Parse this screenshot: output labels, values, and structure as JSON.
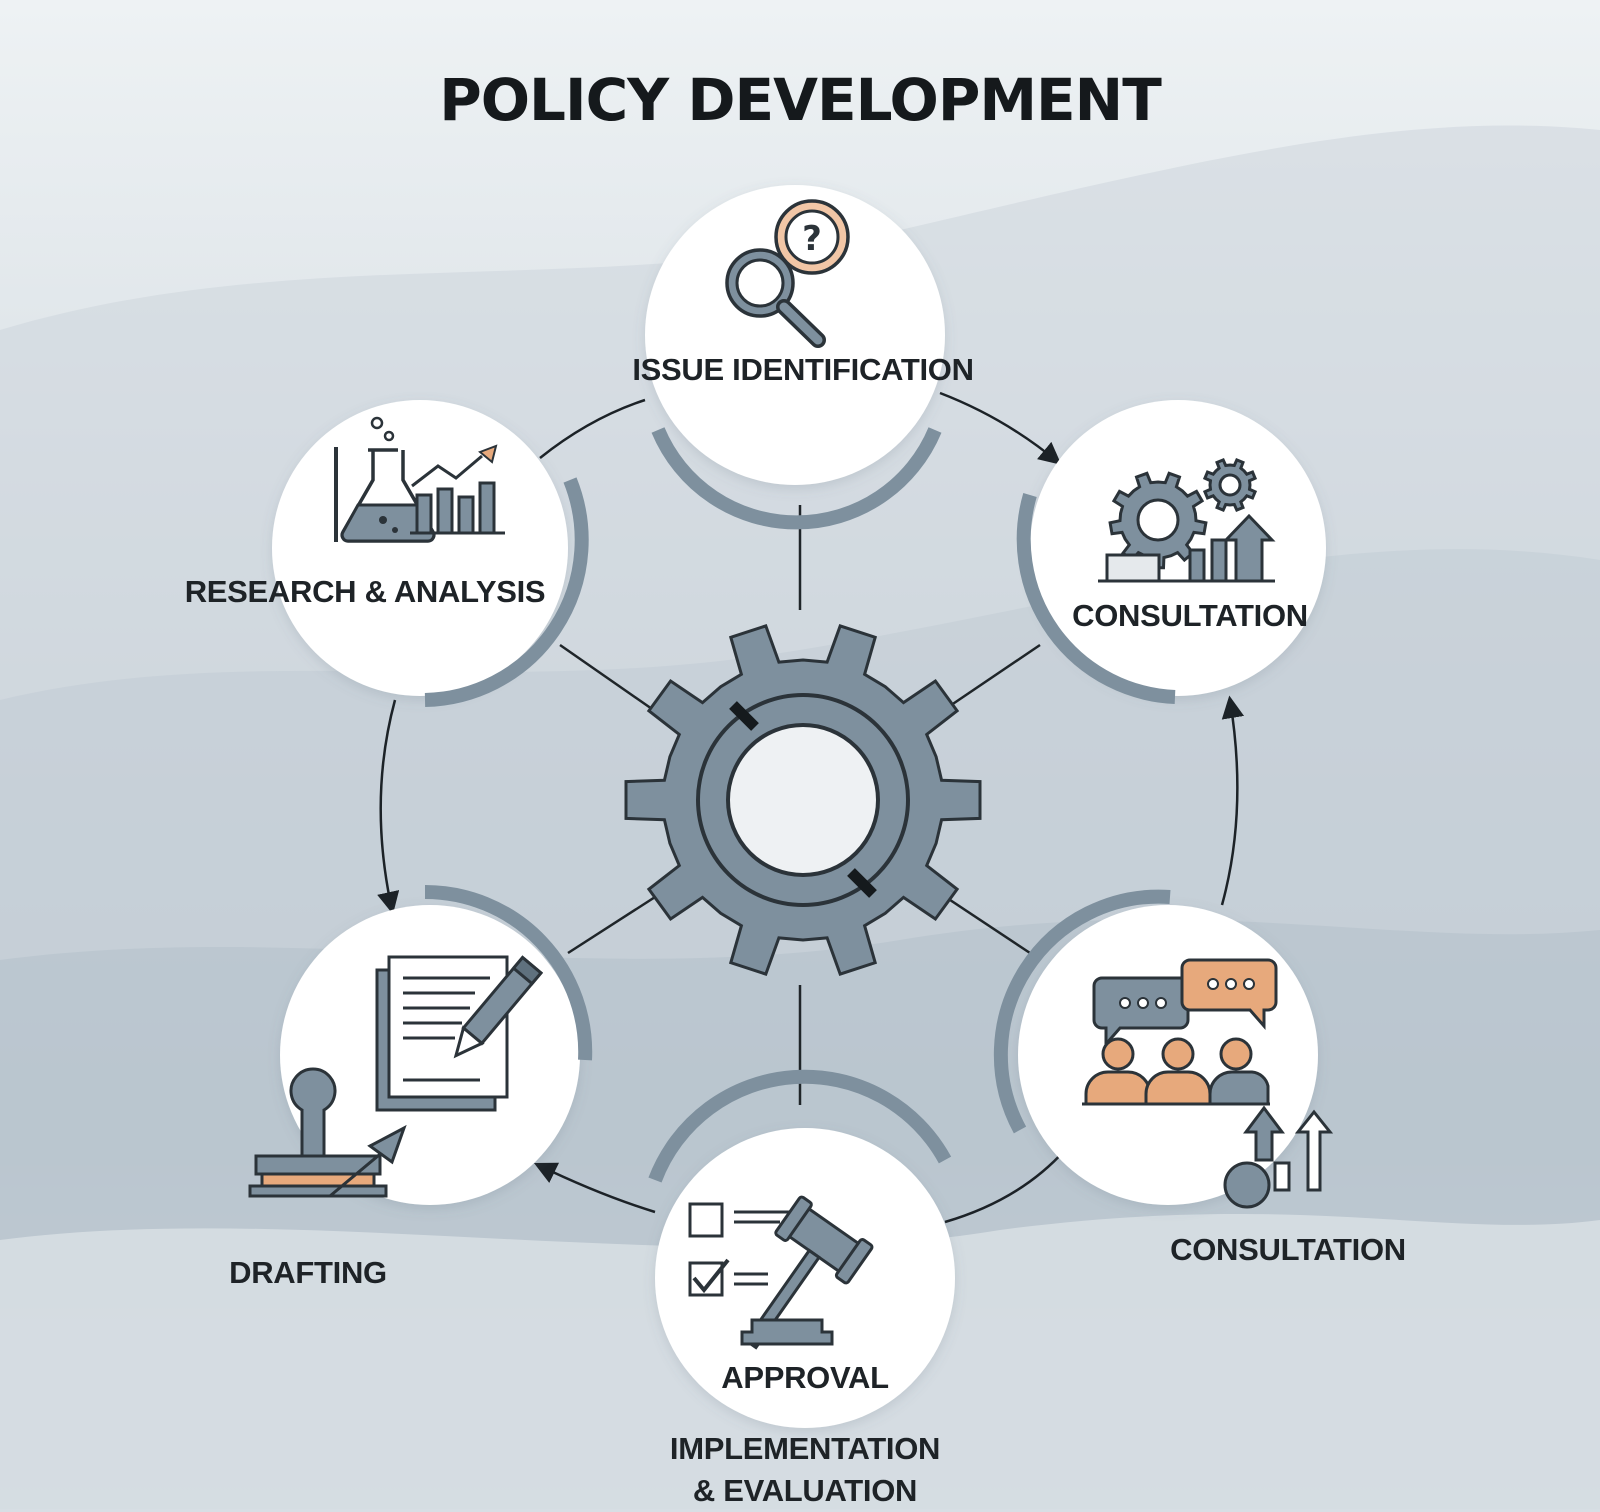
{
  "title": "POLICY DEVELOPMENT",
  "stages": [
    {
      "id": "issue-identification",
      "label": "ISSUE IDENTIFICATION",
      "icon": "magnifier-question-icon"
    },
    {
      "id": "consultation-top",
      "label": "CONSULTATION",
      "icon": "gears-growth-icon"
    },
    {
      "id": "consultation-bottom",
      "label": "CONSULTATION",
      "icon": "people-discussion-icon"
    },
    {
      "id": "approval",
      "label": "APPROVAL",
      "icon": "gavel-checklist-icon"
    },
    {
      "id": "implementation-evaluation",
      "label_line1": "IMPLEMENTATION",
      "label_line2": "& EVALUATION"
    },
    {
      "id": "drafting",
      "label": "DRAFTING",
      "icon": "document-pen-stamp-icon"
    },
    {
      "id": "research-analysis",
      "label": "RESEARCH & ANALYSIS",
      "icon": "flask-chart-icon"
    }
  ],
  "center_icon": "central-gear-icon",
  "colors": {
    "accent_slate": "#7e909e",
    "accent_orange": "#e7a97c",
    "ink": "#2b3339",
    "circle_fill": "#ffffff"
  }
}
